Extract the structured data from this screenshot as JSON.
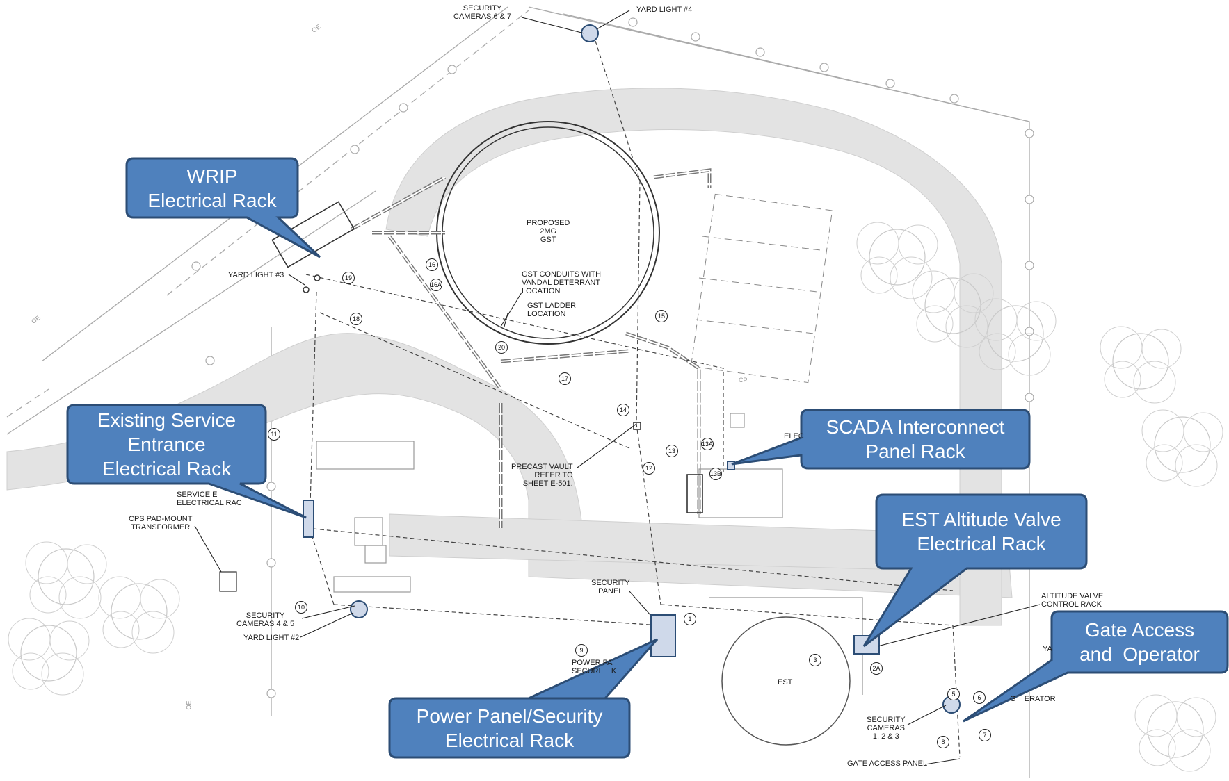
{
  "plan_labels": {
    "security_cameras_6_7": "SECURITY\nCAMERAS 6 & 7",
    "yard_light_4": "YARD LIGHT #4",
    "yard_light_3": "YARD LIGHT #3",
    "proposed_gst": "PROPOSED\n2MG\nGST",
    "gst_conduits": "GST CONDUITS WITH\nVANDAL DETERRANT\nLOCATION",
    "gst_ladder": "GST LADDER\nLOCATION",
    "precast_vault": "PRECAST VAULT\nREFER TO\nSHEET E-501.",
    "service_entrance_partial": "SERVICE E\nELECTRICAL RAC",
    "cps_transformer": "CPS PAD-MOUNT\nTRANSFORMER",
    "security_cameras_4_5": "SECURITY\nCAMERAS 4 & 5",
    "yard_light_2": "YARD LIGHT #2",
    "security_panel": "SECURITY\nPANEL",
    "power_panel_partial": "POWER PA\nSECURI     K",
    "altitude_valve": "ALTITUDE VALVE\nCONTROL RACK",
    "est": "EST",
    "security_cameras_1_2_3": "SECURITY\nCAMERAS\n1, 2 & 3",
    "gate_access_panel": "GATE ACCESS PANEL",
    "elec_partial": "ELEC",
    "ya_partial": "YA",
    "operator_partial": "G    ERATOR",
    "oe": "OE",
    "cp": "CP"
  },
  "tags": [
    "1",
    "2A",
    "3",
    "5",
    "6",
    "7",
    "8",
    "9",
    "10",
    "11",
    "12",
    "13",
    "13A",
    "13B",
    "14",
    "15",
    "16",
    "16A",
    "17",
    "18",
    "19",
    "20"
  ],
  "callouts": {
    "wrip": "WRIP\nElectrical Rack",
    "existing_service": "Existing Service\nEntrance\nElectrical Rack",
    "scada": "SCADA Interconnect\nPanel Rack",
    "est_altitude": "EST Altitude Valve\nElectrical Rack",
    "gate_access": "Gate Access\nand  Operator",
    "power_panel": "Power Panel/Security\nElectrical Rack"
  },
  "colors": {
    "callout_fill": "#4f81bd",
    "callout_border": "#2c4d75",
    "pavement": "#e3e3e3",
    "linework": "#444444"
  }
}
